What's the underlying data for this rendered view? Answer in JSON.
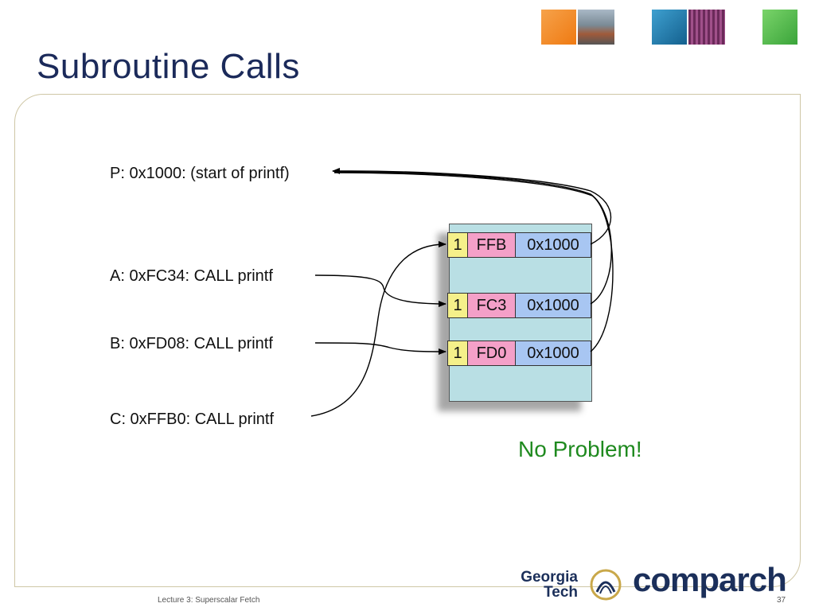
{
  "slide": {
    "title": "Subroutine Calls",
    "footer": "Lecture 3: Superscalar Fetch",
    "page_number": "37"
  },
  "code_lines": {
    "p": "P: 0x1000: (start of printf)",
    "a": "A: 0xFC34: CALL printf",
    "b": "B: 0xFD08: CALL printf",
    "c": "C: 0xFFB0: CALL printf"
  },
  "btb_entries": [
    {
      "valid": "1",
      "tag": "FFB",
      "target": "0x1000"
    },
    {
      "valid": "1",
      "tag": "FC3",
      "target": "0x1000"
    },
    {
      "valid": "1",
      "tag": "FD0",
      "target": "0x1000"
    }
  ],
  "status": "No Problem!",
  "logos": {
    "georgia_tech_line1": "Georgia",
    "georgia_tech_line2": "Tech",
    "comparch": "comparch"
  },
  "colors": {
    "title": "#1b2a5a",
    "status_text": "#1f8a1f",
    "btb_background": "#b9dfe4",
    "valid_cell": "#f5f08a",
    "tag_cell": "#f4a0c8",
    "target_cell": "#a8c6f2"
  },
  "icons": [
    "orange-thumbnail",
    "building-photo-thumbnail",
    "blue-thumbnail",
    "chip-photo-thumbnail",
    "green-thumbnail",
    "georgia-tech-emblem-icon"
  ]
}
